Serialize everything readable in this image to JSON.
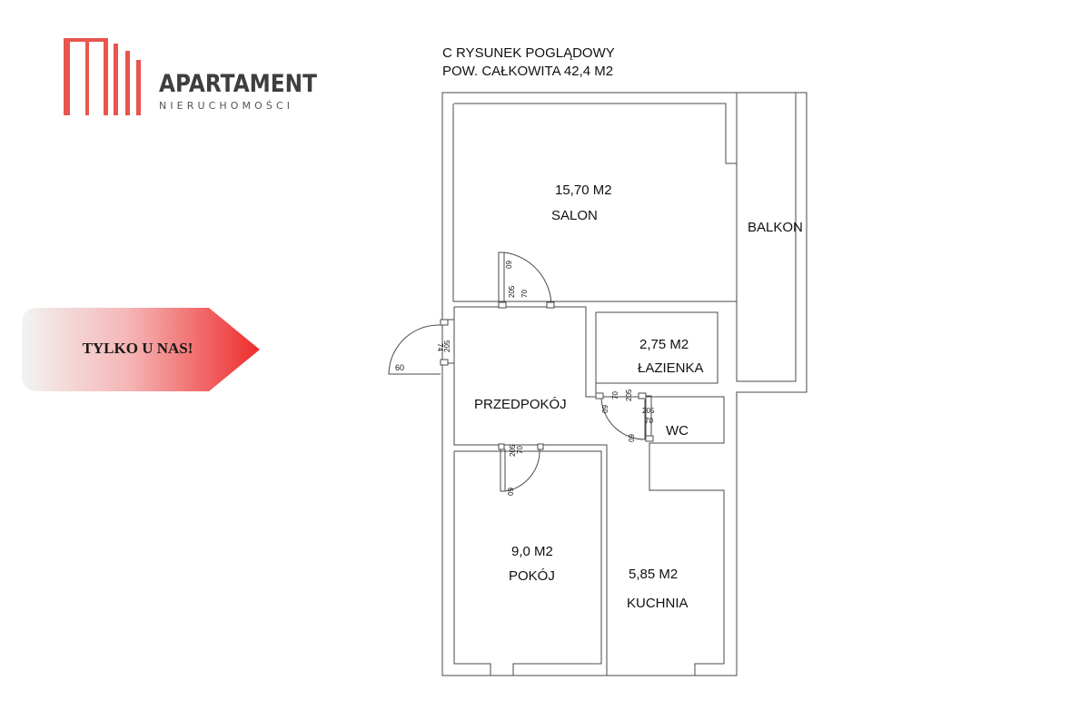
{
  "brand": {
    "name": "APARTAMENT",
    "subtitle": "NIERUCHOMOŚCI",
    "logo_color": "#e8564f"
  },
  "promo": {
    "label": "TYLKO U NAS!",
    "gradient_from": "#f3f3f3",
    "gradient_to": "#ee2c2c"
  },
  "plan": {
    "title_line1": "C RYSUNEK POGLĄDOWY",
    "title_line2": "POW. CAŁKOWITA 42,4 M2",
    "rooms": {
      "salon": {
        "area": "15,70 M2",
        "name": "SALON"
      },
      "balkon": {
        "name": "BALKON"
      },
      "lazienka": {
        "area": "2,75 M2",
        "name": "ŁAZIENKA"
      },
      "przedpokoj": {
        "name": "PRZEDPOKÓJ"
      },
      "wc": {
        "name": "WC"
      },
      "pokoj": {
        "area": "9,0 M2",
        "name": "POKÓJ"
      },
      "kuchnia": {
        "area": "5,85 M2",
        "name": "KUCHNIA"
      }
    },
    "door_labels": {
      "salon_door": [
        "60",
        "205",
        "70"
      ],
      "entrance_door": [
        "60",
        "74",
        "205"
      ],
      "lazienka_door": [
        "60",
        "70",
        "205"
      ],
      "wc_door": [
        "60",
        "205",
        "70"
      ],
      "pokoj_door": [
        "60",
        "70",
        "205"
      ]
    }
  }
}
